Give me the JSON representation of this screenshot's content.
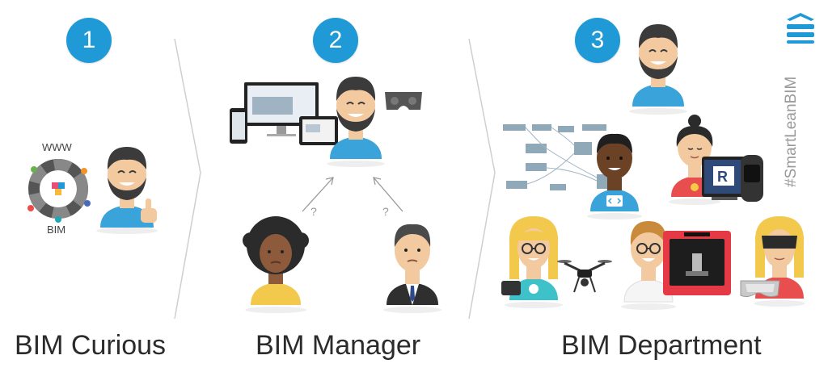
{
  "stages": [
    {
      "number": "1",
      "title": "BIM Curious"
    },
    {
      "number": "2",
      "title": "BIM Manager"
    },
    {
      "number": "3",
      "title": "BIM Department"
    }
  ],
  "stage1": {
    "www_label": "WWW",
    "bim_label": "BIM"
  },
  "stage2": {
    "question_mark": "?"
  },
  "brand": {
    "hashtag": "#SmartLeanBIM"
  },
  "colors": {
    "accent": "#1f9ad6",
    "shirt": "#3aa3d9",
    "hair": "#3b3b3b",
    "skin": "#f3c9a0"
  }
}
